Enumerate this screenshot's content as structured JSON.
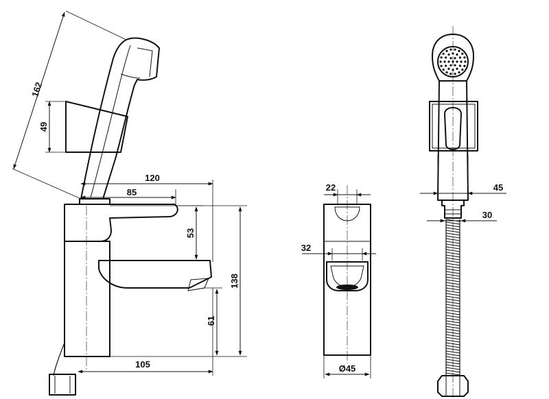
{
  "dimensions": {
    "side_view": {
      "handshower_length": "162",
      "holder_height": "49",
      "reach_total": "120",
      "reach_lever": "85",
      "lever_to_spout": "53",
      "total_height": "138",
      "spout_height": "61",
      "base_to_back": "105"
    },
    "front_view": {
      "lever_width": "22",
      "spout_outlet_width": "32",
      "body_diameter": "Ø45"
    },
    "handshower_view": {
      "holder_width": "45",
      "connector_width": "30"
    }
  }
}
